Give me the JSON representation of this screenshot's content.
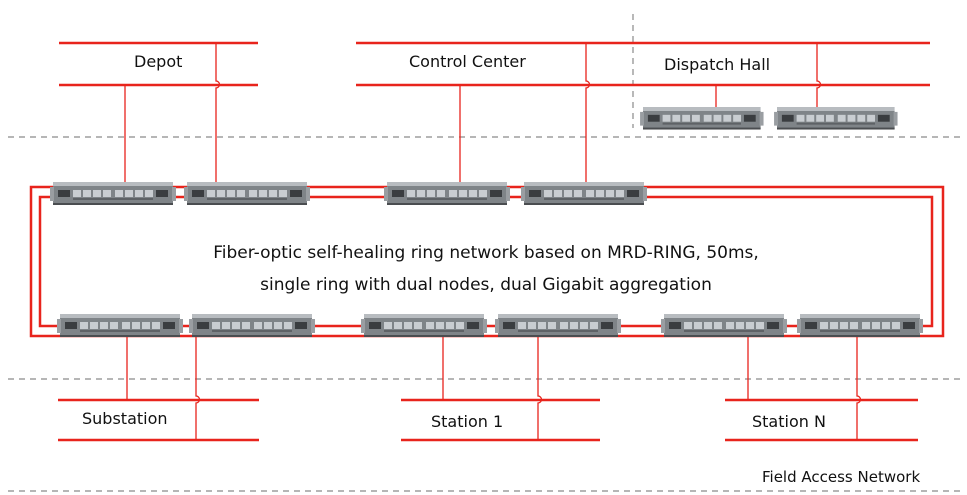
{
  "colors": {
    "line": "#e8241c",
    "separator": "#8a8a8a",
    "switch_body": "#7f8488",
    "switch_dark": "#3a3d40",
    "switch_light": "#c9cdd1",
    "text": "#111111"
  },
  "icons": {
    "device": "industrial-ethernet-switch-icon"
  },
  "locations": {
    "depot": "Depot",
    "control_center": "Control Center",
    "dispatch_hall": "Dispatch Hall",
    "substation": "Substation",
    "station_1": "Station 1",
    "station_n": "Station N"
  },
  "ring": {
    "description_line1": "Fiber-optic self-healing ring network based on MRD-RING, 50ms,",
    "description_line2": "single ring with dual nodes, dual Gigabit aggregation"
  },
  "zones": {
    "field_access": "Field Access Network"
  }
}
